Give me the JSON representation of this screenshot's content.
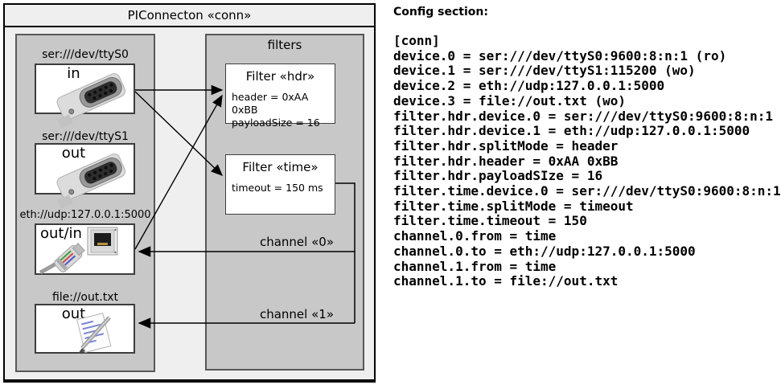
{
  "diagram": {
    "title": "PIConnecton «conn»",
    "devices": [
      {
        "label": "ser:///dev/ttyS0",
        "direction": "in",
        "icon": "serial-connector-icon"
      },
      {
        "label": "ser:///dev/ttyS1",
        "direction": "out",
        "icon": "serial-connector-icon"
      },
      {
        "label": "eth://udp:127.0.0.1:5000",
        "direction": "out/in",
        "icon": "ethernet-jack-icon"
      },
      {
        "label": "file://out.txt",
        "direction": "out",
        "icon": "notepad-pen-icon"
      }
    ],
    "filters_group": {
      "title": "filters",
      "filters": [
        {
          "title": "Filter «hdr»",
          "attributes": [
            "header = 0xAA 0xBB",
            "payloadSize = 16"
          ]
        },
        {
          "title": "Filter «time»",
          "attributes": [
            "timeout = 150 ms"
          ]
        }
      ]
    },
    "channels": [
      {
        "label": "channel «0»"
      },
      {
        "label": "channel «1»"
      }
    ],
    "connections": [
      {
        "from": "ser:///dev/ttyS0",
        "to": "Filter «hdr»"
      },
      {
        "from": "ser:///dev/ttyS0",
        "to": "Filter «time»"
      },
      {
        "from": "eth://udp:127.0.0.1:5000",
        "to": "Filter «hdr»"
      },
      {
        "from": "Filter «time»",
        "to": "eth://udp:127.0.0.1:5000",
        "via": "channel «0»"
      },
      {
        "from": "Filter «time»",
        "to": "file://out.txt",
        "via": "channel «1»"
      }
    ]
  },
  "config": {
    "heading": "Config section:",
    "lines": [
      "[conn]",
      "device.0 = ser:///dev/ttyS0:9600:8:n:1 (ro)",
      "device.1 = ser:///dev/ttyS1:115200 (wo)",
      "device.2 = eth://udp:127.0.0.1:5000",
      "device.3 = file://out.txt (wo)",
      "filter.hdr.device.0 = ser:///dev/ttyS0:9600:8:n:1",
      "filter.hdr.device.1 = eth://udp:127.0.0.1:5000",
      "filter.hdr.splitMode = header",
      "filter.hdr.header = 0xAA 0xBB",
      "filter.hdr.payloadSIze = 16",
      "filter.time.device.0 = ser:///dev/ttyS0:9600:8:n:1",
      "filter.time.splitMode = timeout",
      "filter.time.timeout = 150",
      "channel.0.from = time",
      "channel.0.to = eth://udp:127.0.0.1:5000",
      "channel.1.from = time",
      "channel.1.to = file://out.txt"
    ]
  },
  "colors": {
    "panel_bg": "#efefef",
    "group_bg": "#c8c8c8",
    "box_bg": "#ffffff",
    "line": "#000000"
  }
}
